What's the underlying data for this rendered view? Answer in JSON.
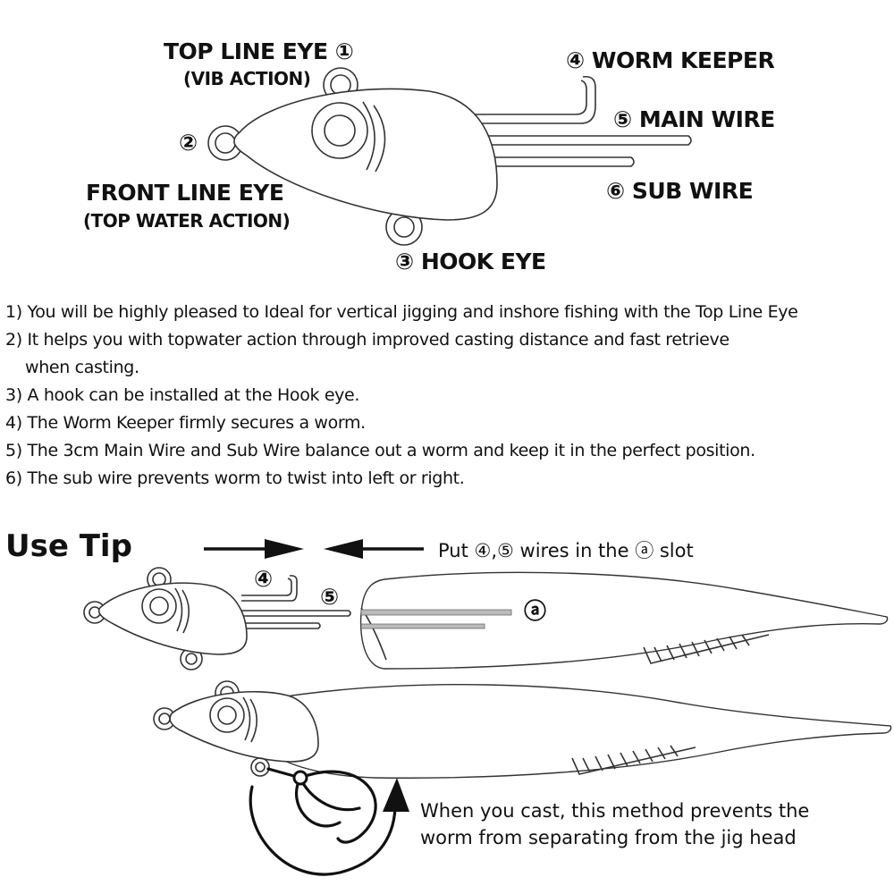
{
  "labels": {
    "top_line_eye": "TOP LINE EYE ①",
    "vib_action": "(VIB ACTION)",
    "front_num": "②",
    "front_line_eye": "FRONT LINE EYE",
    "top_water_action": "(TOP WATER ACTION)",
    "hook_eye": "③ HOOK EYE",
    "worm_keeper": "④ WORM KEEPER",
    "main_wire": "⑤ MAIN WIRE",
    "sub_wire": "⑥ SUB WIRE"
  },
  "notes": [
    {
      "line1": "1) You will be highly pleased to Ideal for vertical jigging and inshore fishing with the Top Line Eye",
      "line2": ""
    },
    {
      "line1": "2) It helps you with topwater action through improved casting distance and fast retrieve",
      "line2": "when casting."
    },
    {
      "line1": "3) A hook can be installed at the Hook eye.",
      "line2": ""
    },
    {
      "line1": "4) The Worm Keeper firmly secures a worm.",
      "line2": ""
    },
    {
      "line1": "5) The 3cm Main Wire and Sub Wire balance out a worm and keep it in the perfect position.",
      "line2": ""
    },
    {
      "line1": "6) The sub wire prevents worm to twist into left or right.",
      "line2": ""
    }
  ],
  "use_tip": {
    "title": "Use Tip",
    "instruction": "Put ④,⑤  wires in the ⓐ slot",
    "marker_4": "④",
    "marker_5": "⑤",
    "slot_marker": "ⓐ",
    "cast_note_line1": "When you cast, this method prevents the",
    "cast_note_line2": "worm from separating from the jig head"
  }
}
